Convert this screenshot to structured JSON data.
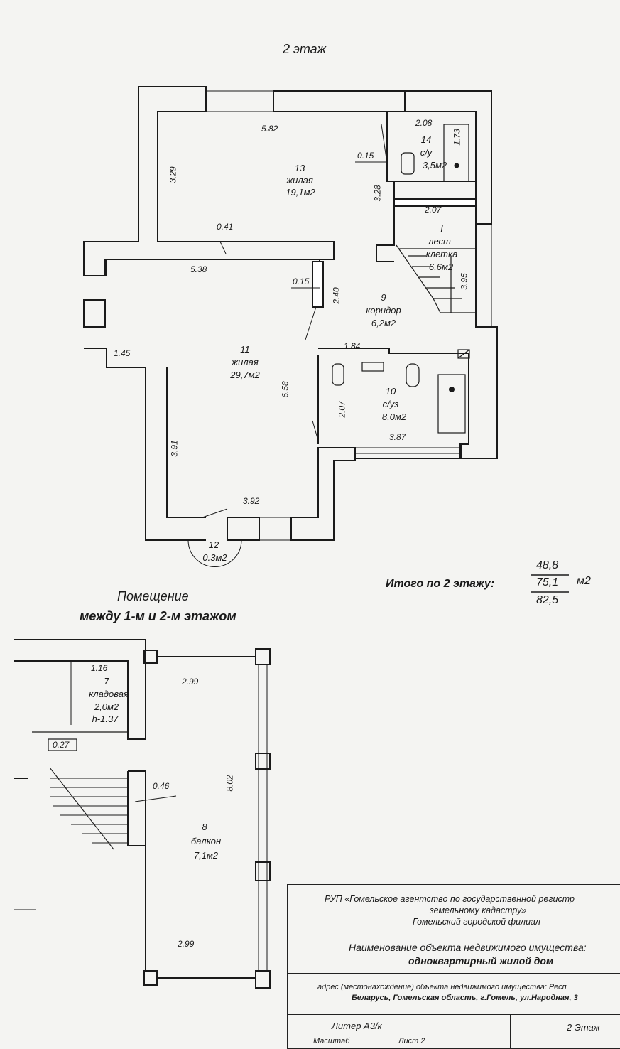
{
  "floor_title": "2 этаж",
  "rooms": {
    "r13": {
      "num": "13",
      "type": "жилая",
      "area": "19,1м2"
    },
    "r14": {
      "num": "14",
      "type": "с/у",
      "area": "3,5м2"
    },
    "stair": {
      "num": "I",
      "type1": "лест",
      "type2": "клетка",
      "area": "6,6м2"
    },
    "r9": {
      "num": "9",
      "type": "коридор",
      "area": "6,2м2"
    },
    "r11": {
      "num": "11",
      "type": "жилая",
      "area": "29,7м2"
    },
    "r10": {
      "num": "10",
      "type": "с/уз",
      "area": "8,0м2"
    },
    "r12": {
      "num": "12",
      "area": "0.3м2"
    },
    "r7": {
      "num": "7",
      "type": "кладовая",
      "area": "2,0м2",
      "h": "h-1.37"
    },
    "r8": {
      "num": "8",
      "type": "балкон",
      "area": "7,1м2"
    }
  },
  "dims": {
    "d582": "5.82",
    "d208": "2.08",
    "d173": "1.73",
    "d015a": "0.15",
    "d329": "3.29",
    "d328": "3.28",
    "d207a": "2.07",
    "d041": "0.41",
    "d538": "5.38",
    "d015b": "0.15",
    "d240": "2.40",
    "d395": "3.95",
    "d145": "1.45",
    "d184": "1.84",
    "d658": "6.58",
    "d207b": "2.07",
    "d387": "3.87",
    "d391": "3.91",
    "d392": "3.92",
    "d116": "1.16",
    "d299a": "2.99",
    "d802": "8.02",
    "d046": "0.46",
    "d299b": "2.99",
    "d027": "0.27"
  },
  "totals": {
    "label": "Итого по 2 этажу:",
    "v1": "48,8",
    "v2": "75,1",
    "v3": "82,5",
    "unit": "м2"
  },
  "section2_title_line1": "Помещение",
  "section2_title_line2": "между 1-м и 2-м этажом",
  "title_block": {
    "org_line1": "РУП «Гомельское агентство по государственной регистр",
    "org_line2": "земельному кадастру»",
    "org_line3": "Гомельский городской филиал",
    "name_line1": "Наименование объекта недвижимого имущества:",
    "name_line2": "одноквартирный жилой дом",
    "addr_line1": "адрес (местонахождение) объекта недвижимого имущества:   Респ",
    "addr_line2": "Беларусь, Гомельская область, г.Гомель, ул.Народная, 3",
    "liter": "Литер  А3/к",
    "floor": "2 Этаж",
    "scale": "Масштаб",
    "sheet": "Лист 2"
  }
}
